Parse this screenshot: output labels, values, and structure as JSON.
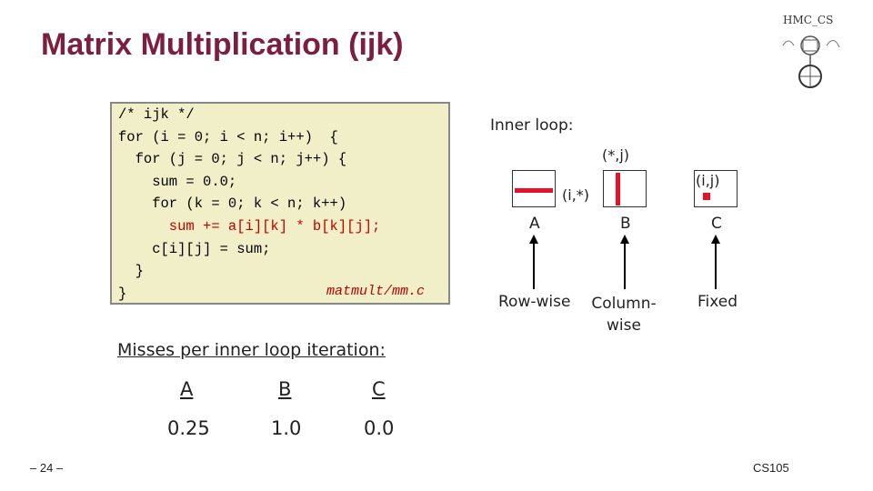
{
  "slide": {
    "title": "Matrix Multiplication (ijk)",
    "page_number": "– 24 –",
    "course": "CS105"
  },
  "code": {
    "lines": [
      "/* ijk */",
      "for (i = 0; i < n; i++)  {",
      "  for (j = 0; j < n; j++) {",
      "    sum = 0.0;",
      "    for (k = 0; k < n; k++)",
      "      sum += a[i][k] * b[k][j];",
      "    c[i][j] = sum;",
      "  }",
      "}"
    ],
    "highlight_line_index": 5,
    "filename": "matmult/mm.c"
  },
  "diagram": {
    "inner_loop_label": "Inner loop:",
    "label_a_access": "(i,*)",
    "label_b_access": "(*,j)",
    "label_c_access": "(i,j)",
    "matrix_a": "A",
    "matrix_b": "B",
    "matrix_c": "C",
    "access_a": "Row-wise",
    "access_b": "Column-\nwise",
    "access_c": "Fixed",
    "highlight_color": "#e8102a"
  },
  "misses": {
    "heading": "Misses per inner loop iteration:",
    "headers": [
      "A",
      "B",
      "C"
    ],
    "values": [
      "0.25",
      "1.0",
      "0.0"
    ]
  },
  "logo_text": "HMC CS"
}
